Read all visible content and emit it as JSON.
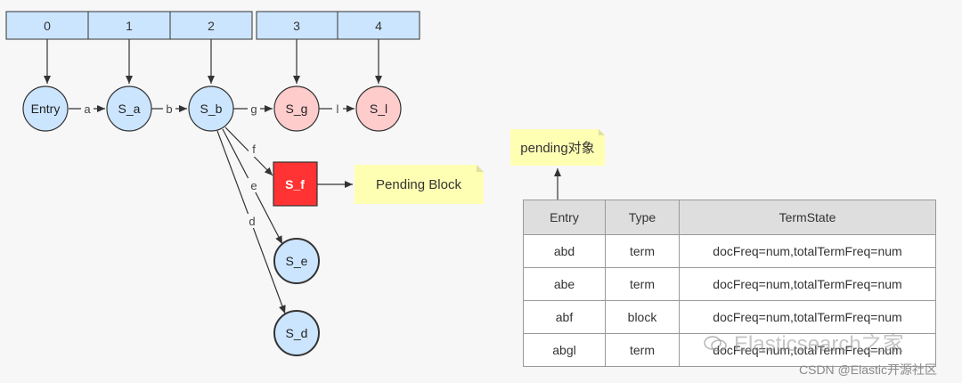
{
  "array_cells": [
    "0",
    "1",
    "2",
    "3",
    "4"
  ],
  "nodes": {
    "entry": "Entry",
    "s_a": "S_a",
    "s_b": "S_b",
    "s_g": "S_g",
    "s_l": "S_l",
    "s_f": "S_f",
    "s_e": "S_e",
    "s_d": "S_d"
  },
  "edges": {
    "a": "a",
    "b": "b",
    "g": "g",
    "l": "l",
    "f": "f",
    "e": "e",
    "d": "d"
  },
  "notes": {
    "pending_block": "Pending Block",
    "pending_object": "pending对象"
  },
  "table": {
    "headers": [
      "Entry",
      "Type",
      "TermState"
    ],
    "rows": [
      [
        "abd",
        "term",
        "docFreq=num,totalTermFreq=num"
      ],
      [
        "abe",
        "term",
        "docFreq=num,totalTermFreq=num"
      ],
      [
        "abf",
        "block",
        "docFreq=num,totalTermFreq=num"
      ],
      [
        "abgl",
        "term",
        "docFreq=num,totalTermFreq=num"
      ]
    ]
  },
  "watermarks": {
    "main": "Elasticsearch之家",
    "credit": "CSDN @Elastic开源社区"
  },
  "colors": {
    "array_fill": "#cce5ff",
    "node_blue": "#cce5ff",
    "node_pink": "#ffcccc",
    "pending_red": "#ff3333",
    "note_yellow": "#ffffb3",
    "stroke": "#333333"
  }
}
